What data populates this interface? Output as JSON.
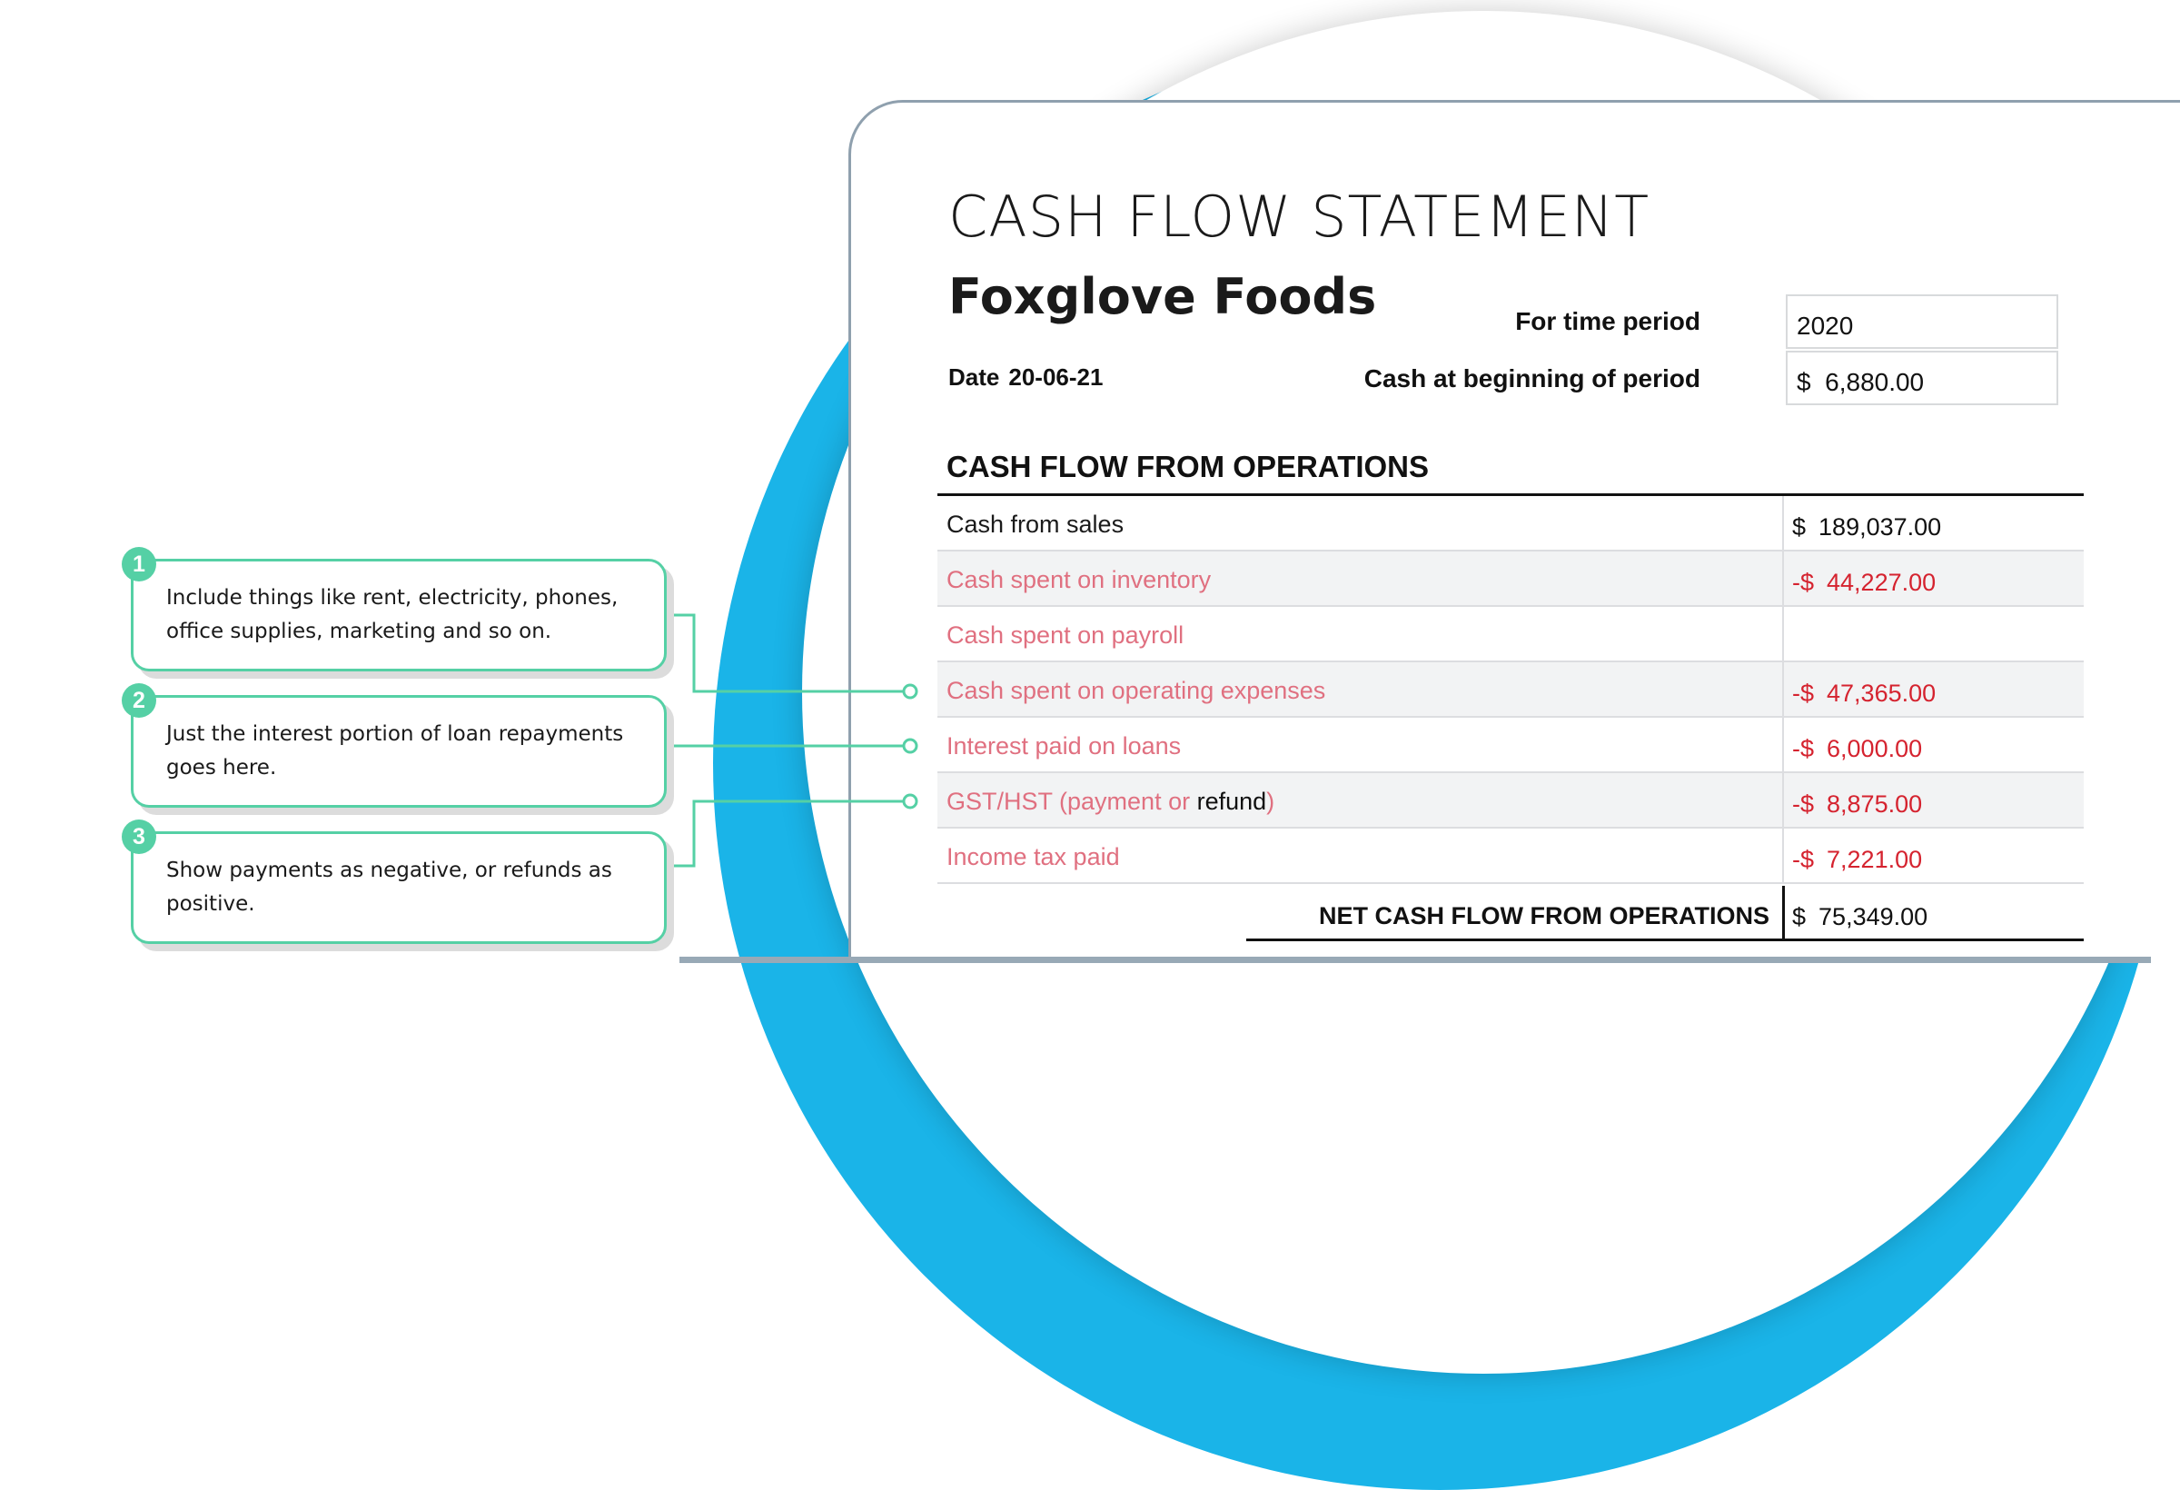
{
  "document": {
    "title": "CASH FLOW STATEMENT",
    "company": "Foxglove Foods",
    "date_label": "Date",
    "date_value": "20-06-21",
    "period_label": "For time period",
    "period_value": "2020",
    "beginning_label": "Cash at beginning of period",
    "beginning_currency": "$",
    "beginning_value": "6,880.00"
  },
  "section": {
    "title": "CASH FLOW FROM OPERATIONS",
    "rows": [
      {
        "label": "Cash from sales",
        "sign": "$",
        "amount": "189,037.00"
      },
      {
        "label": "Cash spent on inventory",
        "sign": "-$",
        "amount": "44,227.00"
      },
      {
        "label": "Cash spent on payroll",
        "sign": "",
        "amount": ""
      },
      {
        "label": "Cash spent on operating expenses",
        "sign": "-$",
        "amount": "47,365.00"
      },
      {
        "label": "Interest paid on loans",
        "sign": "-$",
        "amount": "6,000.00"
      },
      {
        "label_parts": [
          "GST/HST (payment or ",
          "refund",
          ")"
        ],
        "sign": "-$",
        "amount": "8,875.00"
      },
      {
        "label": "Income tax paid",
        "sign": "-$",
        "amount": "7,221.00"
      }
    ],
    "total_label": "NET CASH FLOW FROM OPERATIONS",
    "total_sign": "$",
    "total_amount": "75,349.00"
  },
  "callouts": [
    {
      "number": "1",
      "text": "Include things like rent, electricity, phones, office supplies, marketing and so on."
    },
    {
      "number": "2",
      "text": "Just the interest portion of loan repayments goes here."
    },
    {
      "number": "3",
      "text": "Show payments as negative, or refunds as positive."
    }
  ],
  "colors": {
    "accent_blue": "#1ab4e8",
    "callout_green": "#55d0a5",
    "expense_label": "#e07080",
    "expense_amount": "#d5232f"
  }
}
